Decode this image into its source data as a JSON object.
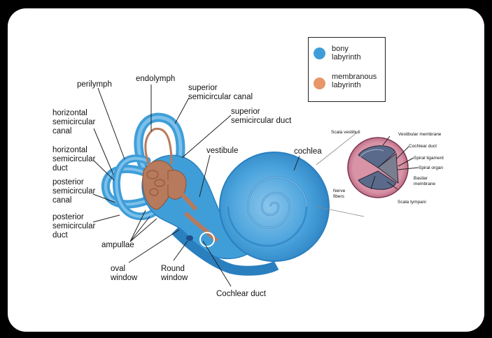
{
  "colors": {
    "bony": "#3f9ed8",
    "membranous": "#e8956a",
    "duct": "#b87a5c",
    "cross_outer": "#c4708a"
  },
  "legend": [
    {
      "label": "bony\nlabyrinth",
      "color": "#3f9ed8"
    },
    {
      "label": "membranous\nlabyrinth",
      "color": "#e8956a"
    }
  ],
  "labels": {
    "perilymph": "perilymph",
    "endolymph": "endolymph",
    "superior_canal": "superior\nsemicircular canal",
    "superior_duct": "superior\nsemicircular duct",
    "horizontal_canal": "horizontal\nsemicircular\ncanal",
    "horizontal_duct": "horizontal\nsemicircular\nduct",
    "posterior_canal": "posterior\nsemicircular\ncanal",
    "posterior_duct": "posterior\nsemicircular\nduct",
    "vestibule": "vestibule",
    "cochlea": "cochlea",
    "ampullae": "ampullae",
    "oval_window": "oval\nwindow",
    "round_window": "Round\nwindow",
    "cochlear_duct": "Cochlear duct"
  },
  "cross_section": {
    "scala_vestibuli": "Scala vestibuli",
    "vestibular_membrane": "Vestibular membrane",
    "cochlear_duct": "Cochlear duct",
    "spiral_ligament": "Spiral ligament",
    "spiral_organ": "Spiral organ",
    "basilar_membrane": "Basilar\nmembrane",
    "scala_tympani": "Scala tympani",
    "nerve_fibers": "Nerve\nfibers"
  }
}
